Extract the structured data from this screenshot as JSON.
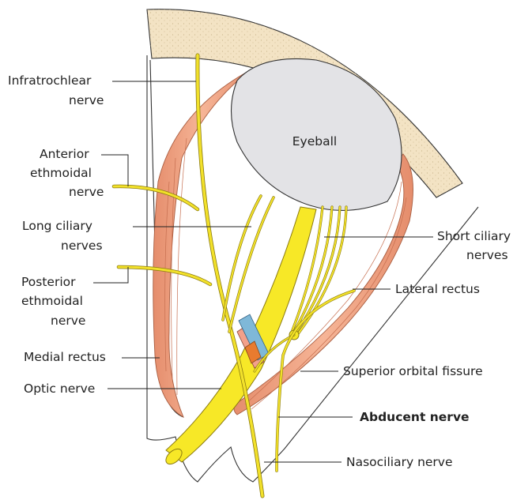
{
  "diagram": {
    "eyeball_label": "Eyeball",
    "labels": {
      "infratrochlear_1": "Infratrochlear",
      "infratrochlear_2": "nerve",
      "anterior_eth_1": "Anterior",
      "anterior_eth_2": "ethmoidal",
      "anterior_eth_3": "nerve",
      "long_ciliary_1": "Long ciliary",
      "long_ciliary_2": "nerves",
      "posterior_eth_1": "Posterior",
      "posterior_eth_2": "ethmoidal",
      "posterior_eth_3": "nerve",
      "medial_rectus": "Medial rectus",
      "optic_nerve": "Optic nerve",
      "short_ciliary_1": "Short ciliary",
      "short_ciliary_2": "nerves",
      "lateral_rectus": "Lateral rectus",
      "superior_orbital_fissure": "Superior orbital fissure",
      "abducent_nerve": "Abducent nerve",
      "nasociliary_nerve": "Nasociliary nerve"
    },
    "colors": {
      "bone": "#f3e3c4",
      "muscle": "#f0a987",
      "nerve": "#f7e827",
      "eyeball": "#e3e3e6"
    }
  }
}
